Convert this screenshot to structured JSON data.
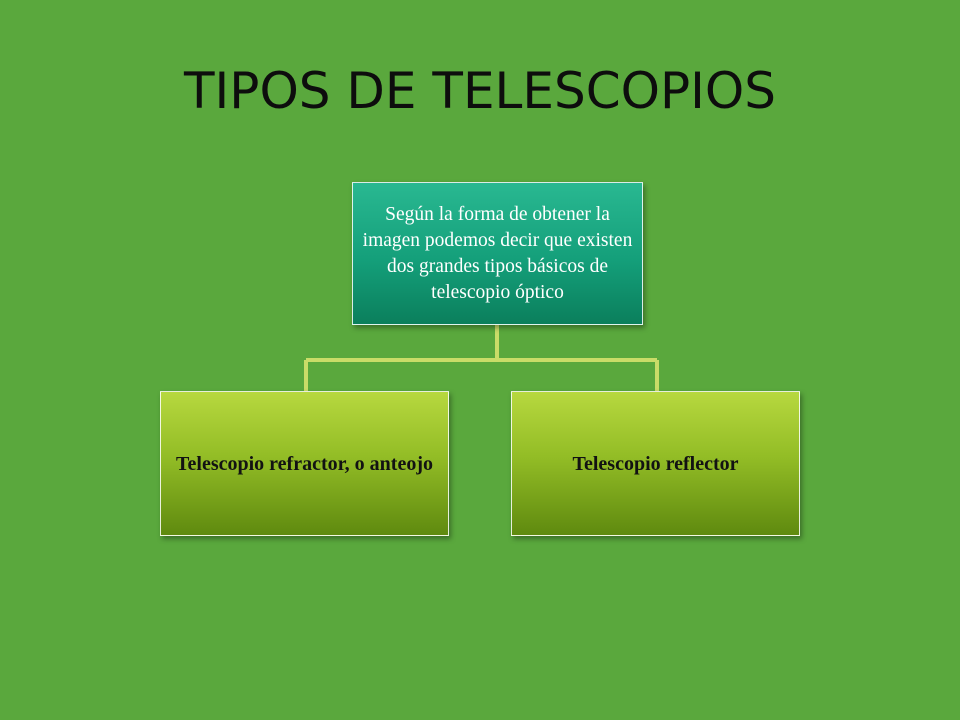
{
  "slide": {
    "title": "TIPOS DE TELESCOPIOS"
  },
  "diagram": {
    "root": "Según la forma de obtener la imagen podemos decir que existen dos grandes tipos básicos de telescopio óptico",
    "children": [
      "Telescopio refractor, o anteojo",
      "Telescopio reflector"
    ]
  },
  "colors": {
    "background": "#5aa83d",
    "root_box": "#149f7a",
    "child_box": "#93bd26",
    "connector": "#c9dc68"
  }
}
